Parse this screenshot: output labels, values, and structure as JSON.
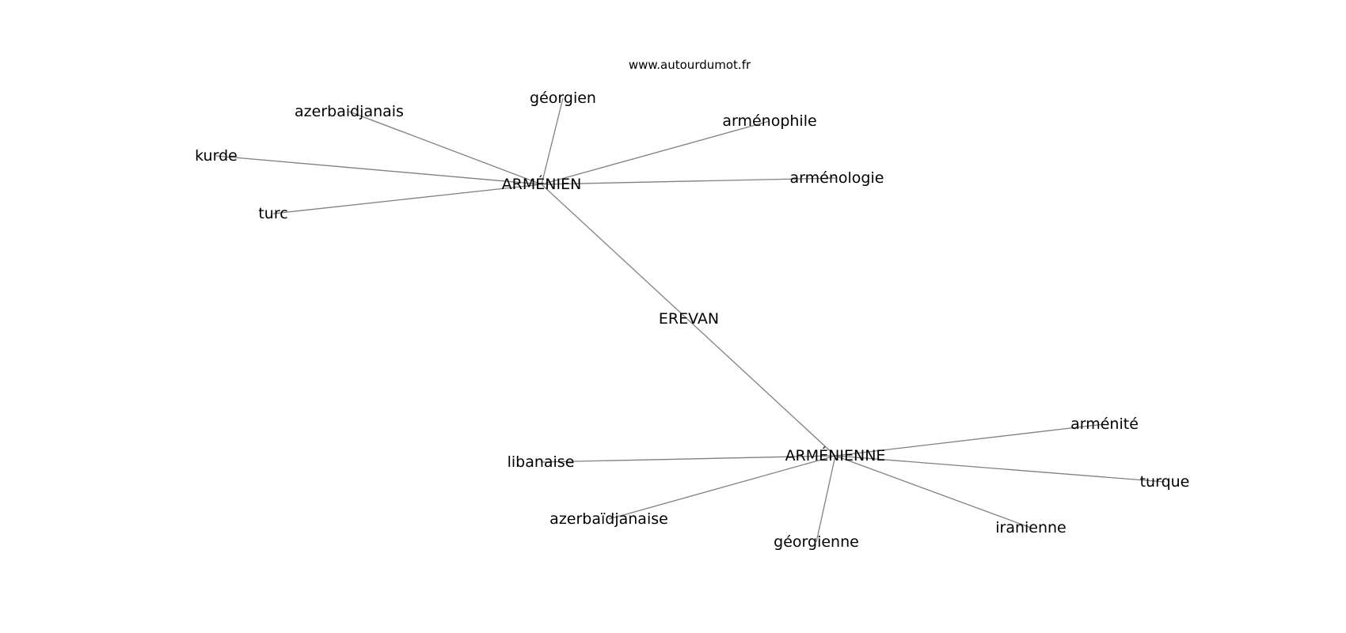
{
  "site": "www.autourdumot.fr",
  "colors": {
    "edge": "#808080",
    "text": "#000000",
    "background": "#ffffff"
  },
  "graph": {
    "nodes": [
      {
        "id": "armenien",
        "label": "ARMÉNIEN"
      },
      {
        "id": "armenienne",
        "label": "ARMÉNIENNE"
      },
      {
        "id": "erevan",
        "label": "EREVAN"
      },
      {
        "id": "georgien",
        "label": "géorgien"
      },
      {
        "id": "azerbaidjanais",
        "label": "azerbaidjanais"
      },
      {
        "id": "kurde",
        "label": "kurde"
      },
      {
        "id": "turc",
        "label": "turc"
      },
      {
        "id": "armenophile",
        "label": "arménophile"
      },
      {
        "id": "armenologie",
        "label": "arménologie"
      },
      {
        "id": "armenite",
        "label": "arménité"
      },
      {
        "id": "turque",
        "label": "turque"
      },
      {
        "id": "libanaise",
        "label": "libanaise"
      },
      {
        "id": "azerbaidjanaise",
        "label": "azerbaïdjanaise"
      },
      {
        "id": "georgienne",
        "label": "géorgienne"
      },
      {
        "id": "iranienne",
        "label": "iranienne"
      }
    ],
    "edges": [
      [
        "armenien",
        "georgien"
      ],
      [
        "armenien",
        "azerbaidjanais"
      ],
      [
        "armenien",
        "kurde"
      ],
      [
        "armenien",
        "turc"
      ],
      [
        "armenien",
        "armenophile"
      ],
      [
        "armenien",
        "armenologie"
      ],
      [
        "armenien",
        "armenienne"
      ],
      [
        "armenienne",
        "armenite"
      ],
      [
        "armenienne",
        "turque"
      ],
      [
        "armenienne",
        "libanaise"
      ],
      [
        "armenienne",
        "azerbaidjanaise"
      ],
      [
        "armenienne",
        "georgienne"
      ],
      [
        "armenienne",
        "iranienne"
      ]
    ]
  }
}
